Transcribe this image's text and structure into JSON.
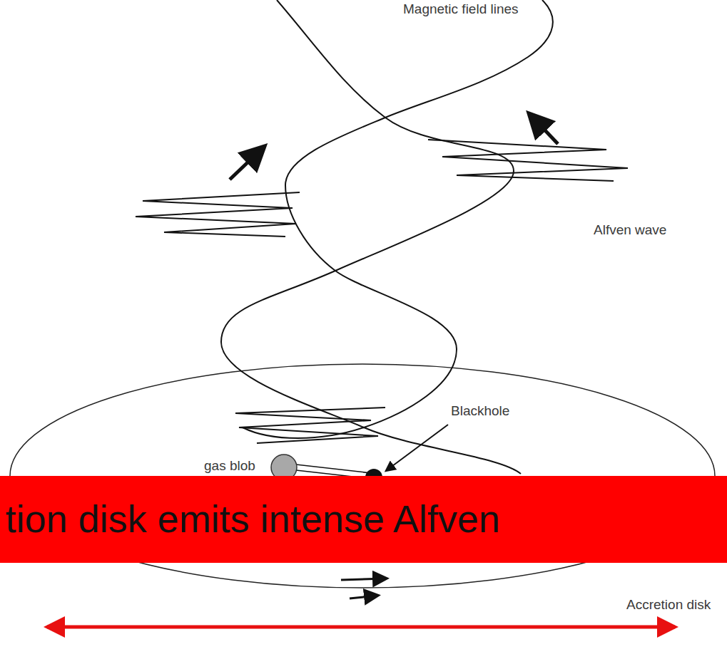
{
  "diagram": {
    "nodes": [
      {
        "text": [
          "tion disk emits intense Alfven"
        ]
      }
    ],
    "labels": [
      "Magnetic field lines",
      "Alfven wave",
      "Blackhole",
      "gas blob",
      "Accretion disk"
    ]
  }
}
